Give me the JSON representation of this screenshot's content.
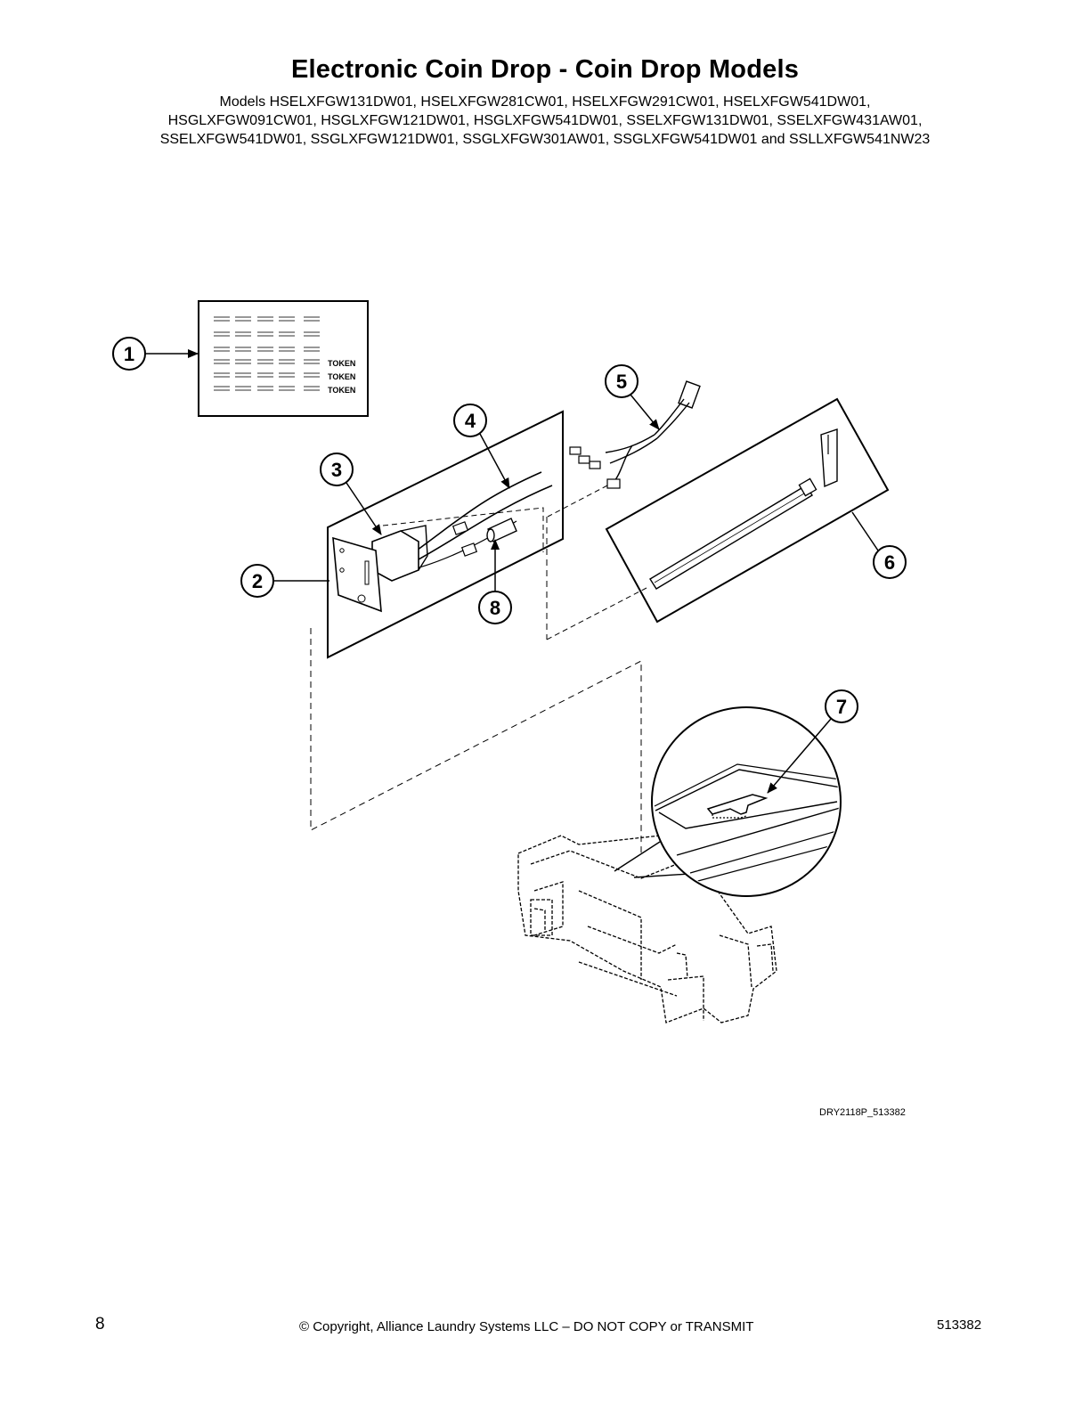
{
  "header": {
    "title": "Electronic Coin Drop - Coin Drop Models",
    "models": [
      "Models HSELXFGW131DW01, HSELXFGW281CW01, HSELXFGW291CW01, HSELXFGW541DW01,",
      "HSGLXFGW091CW01, HSGLXFGW121DW01, HSGLXFGW541DW01, SSELXFGW131DW01, SSELXFGW431AW01,",
      "SSELXFGW541DW01, SSGLXFGW121DW01, SSGLXFGW301AW01, SSGLXFGW541DW01 and SSLLXFGW541NW23"
    ]
  },
  "diagram": {
    "callouts": [
      "1",
      "2",
      "3",
      "4",
      "5",
      "6",
      "7",
      "8"
    ],
    "label_text": [
      "TOKEN",
      "TOKEN",
      "TOKEN"
    ],
    "figure_id": "DRY2118P_513382"
  },
  "footer": {
    "page_number": "8",
    "copyright": "© Copyright, Alliance Laundry Systems LLC – DO NOT COPY or TRANSMIT",
    "document_number": "513382"
  }
}
